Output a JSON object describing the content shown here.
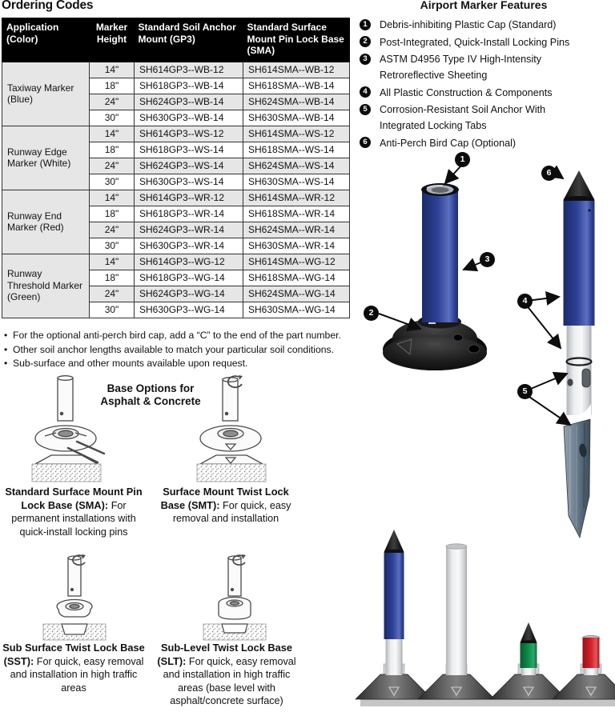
{
  "ordering": {
    "title": "Ordering Codes",
    "table": {
      "headers": [
        "Application (Color)",
        "Marker Height",
        "Standard Soil Anchor Mount (GP3)",
        "Standard Surface Mount Pin Lock Base (SMA)"
      ],
      "groups": [
        {
          "application": "Taxiway Marker (Blue)",
          "rows": [
            [
              "14\"",
              "SH614GP3--WB-12",
              "SH614SMA--WB-12"
            ],
            [
              "18\"",
              "SH618GP3--WB-14",
              "SH618SMA--WB-14"
            ],
            [
              "24\"",
              "SH624GP3--WB-14",
              "SH624SMA--WB-14"
            ],
            [
              "30\"",
              "SH630GP3--WB-14",
              "SH630SMA--WB-14"
            ]
          ]
        },
        {
          "application": "Runway Edge Marker (White)",
          "rows": [
            [
              "14\"",
              "SH614GP3--WS-12",
              "SH614SMA--WS-12"
            ],
            [
              "18\"",
              "SH618GP3--WS-14",
              "SH618SMA--WS-14"
            ],
            [
              "24\"",
              "SH624GP3--WS-14",
              "SH624SMA--WS-14"
            ],
            [
              "30\"",
              "SH630GP3--WS-14",
              "SH630SMA--WS-14"
            ]
          ]
        },
        {
          "application": "Runway End Marker (Red)",
          "rows": [
            [
              "14\"",
              "SH614GP3--WR-12",
              "SH614SMA--WR-12"
            ],
            [
              "18\"",
              "SH618GP3--WR-14",
              "SH618SMA--WR-14"
            ],
            [
              "24\"",
              "SH624GP3--WR-14",
              "SH624SMA--WR-14"
            ],
            [
              "30\"",
              "SH630GP3--WR-14",
              "SH630SMA--WR-14"
            ]
          ]
        },
        {
          "application": "Runway Threshold Marker (Green)",
          "rows": [
            [
              "14\"",
              "SH614GP3--WG-12",
              "SH614SMA--WG-12"
            ],
            [
              "18\"",
              "SH618GP3--WG-14",
              "SH618SMA--WG-14"
            ],
            [
              "24\"",
              "SH624GP3--WG-14",
              "SH624SMA--WG-14"
            ],
            [
              "30\"",
              "SH630GP3--WG-14",
              "SH630SMA--WG-14"
            ]
          ]
        }
      ]
    },
    "notes": [
      "For the optional anti-perch bird cap, add a “C” to the end of the part number.",
      "Other soil anchor lengths available to match your particular soil conditions.",
      "Sub-surface and other mounts available upon request."
    ]
  },
  "features": {
    "title": "Airport Marker Features",
    "items": [
      {
        "num": "1",
        "line1": "Debris-inhibiting Plastic Cap (Standard)",
        "line2": ""
      },
      {
        "num": "2",
        "line1": "Post-Integrated, Quick-Install Locking Pins",
        "line2": ""
      },
      {
        "num": "3",
        "line1": "ASTM D4956 Type IV High-Intensity",
        "line2": "Retroreflective Sheeting"
      },
      {
        "num": "4",
        "line1": "All Plastic Construction & Components",
        "line2": ""
      },
      {
        "num": "5",
        "line1": "Corrosion-Resistant Soil Anchor With",
        "line2": "Integrated Locking Tabs"
      },
      {
        "num": "6",
        "line1": "Anti-Perch Bird Cap (Optional)",
        "line2": ""
      }
    ]
  },
  "base_options": {
    "heading_line1": "Base Options for",
    "heading_line2": "Asphalt & Concrete",
    "items": [
      {
        "title": "Standard Surface Mount Pin Lock Base (SMA):",
        "desc": " For permanent installations with quick-install locking pins"
      },
      {
        "title": "Surface Mount Twist Lock Base (SMT):",
        "desc": " For quick, easy removal and installation"
      },
      {
        "title": "Sub Surface Twist Lock Base (SST):",
        "desc": " For quick, easy removal and installation in high traffic areas"
      },
      {
        "title": "Sub-Level Twist Lock Base (SLT):",
        "desc": " For quick, easy removal and installation in high traffic areas (base level with asphalt/concrete surface)"
      }
    ]
  },
  "callouts": {
    "c1": "1",
    "c2": "2",
    "c3": "3",
    "c4": "4",
    "c5": "5",
    "c6": "6"
  },
  "colors": {
    "marker_blue": "#2b3f91",
    "marker_green": "#0c8a47",
    "marker_red": "#d21f26",
    "table_header_bg": "#000000",
    "table_alt_row": "#e6e6e6"
  }
}
